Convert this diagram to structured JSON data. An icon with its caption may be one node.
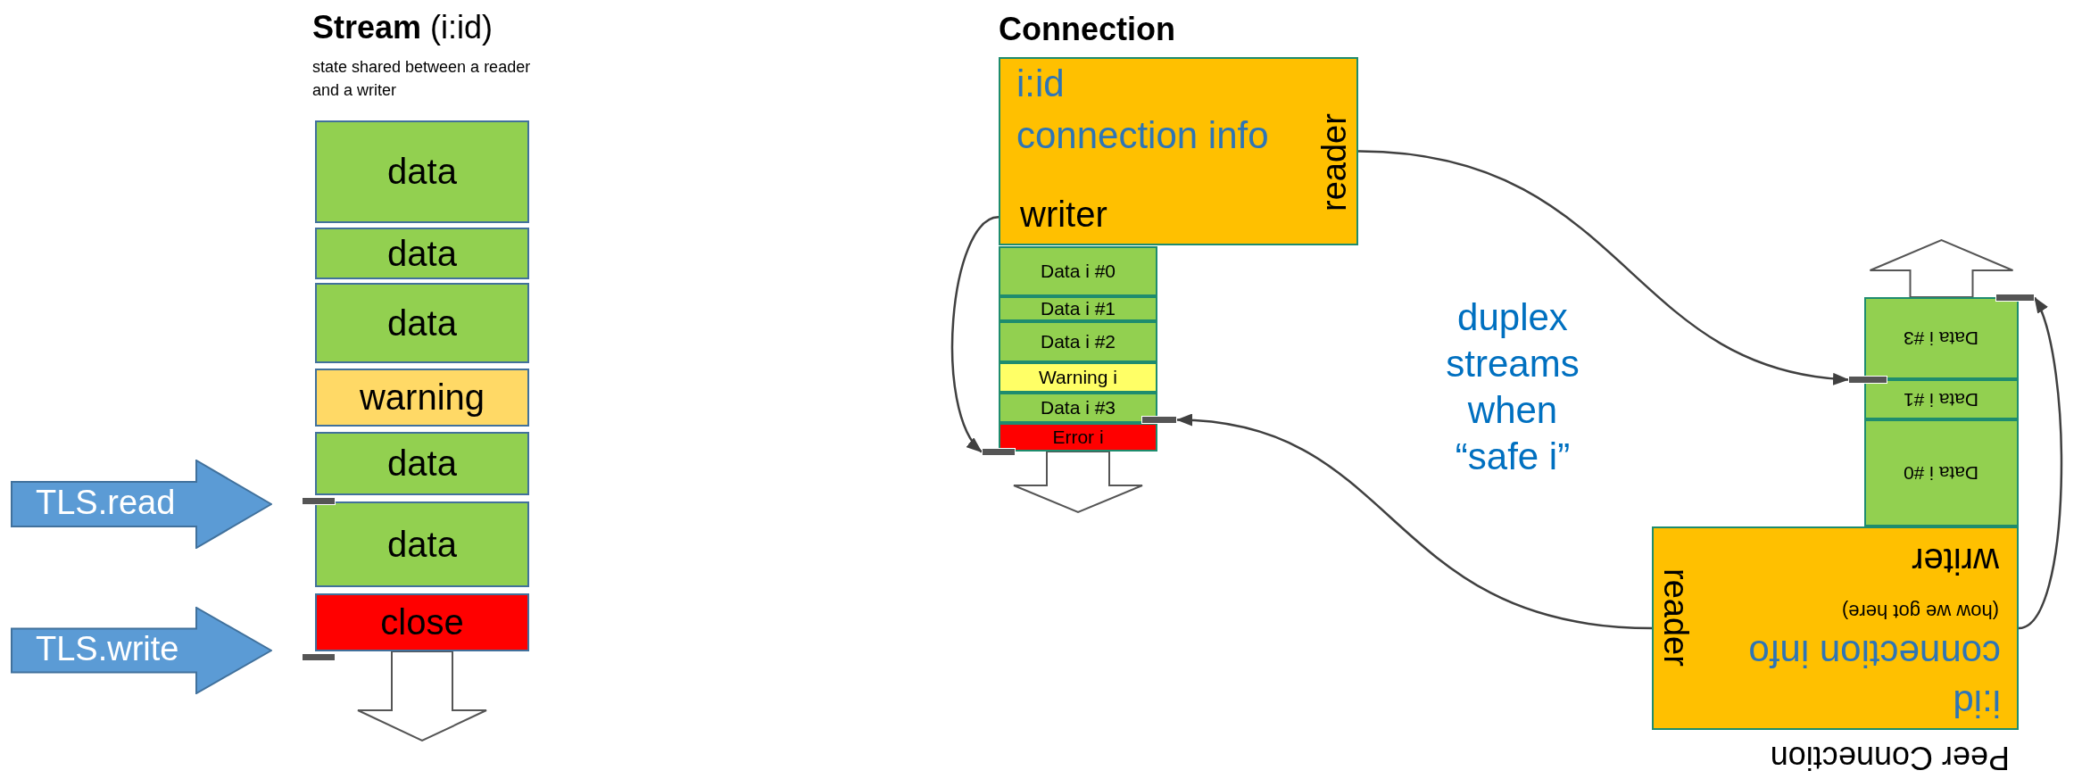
{
  "diagram": {
    "nodes": [
      {
        "text": [
          "**Stream** (i:id)",
          "state shared between a reader and a writer"
        ]
      },
      {
        "text": [
          "data"
        ],
        "in": 0
      },
      {
        "text": [
          "data"
        ],
        "in": 0
      },
      {
        "text": [
          "data"
        ],
        "in": 0
      },
      {
        "text": [
          "warning"
        ],
        "in": 0
      },
      {
        "text": [
          "data"
        ],
        "in": 0
      },
      {
        "text": [
          "data"
        ],
        "in": 0
      },
      {
        "text": [
          "close"
        ],
        "in": 0
      },
      {
        "text": [
          "TLS.read"
        ]
      },
      {
        "text": [
          "TLS.write"
        ]
      },
      {
        "text": [],
        "shape": "bar"
      },
      {
        "text": [],
        "shape": "bar"
      },
      {
        "text": [
          "Connection",
          "i:id",
          "connection info",
          "writer",
          "reader"
        ]
      },
      {
        "text": [
          "Data i #0"
        ]
      },
      {
        "text": [
          "Data i #1"
        ]
      },
      {
        "text": [
          "Data i #2"
        ]
      },
      {
        "text": [
          "Warning i"
        ]
      },
      {
        "text": [
          "Data i #3"
        ]
      },
      {
        "text": [
          "Error i"
        ]
      },
      {
        "text": [],
        "shape": "bar"
      },
      {
        "text": [],
        "shape": "bar"
      },
      {
        "text": [
          "Peer Connection",
          "i:id",
          "connection info",
          "(how we got here)",
          "writer",
          "reader"
        ]
      },
      {
        "text": [
          "Data i #3"
        ]
      },
      {
        "text": [
          "Data i #1"
        ]
      },
      {
        "text": [
          "Data i #0"
        ]
      },
      {
        "text": [],
        "shape": "bar"
      },
      {
        "text": [],
        "shape": "bar"
      }
    ],
    "edges": [
      {
        "from": 12,
        "to": 19,
        "arrow": "to"
      },
      {
        "from": 12,
        "to": 25,
        "arrow": "to"
      },
      {
        "from": 21,
        "to": 20,
        "arrow": "to"
      },
      {
        "from": 21,
        "to": 26,
        "arrow": "to"
      },
      {
        "from": 7,
        "to": null,
        "arrow": "to",
        "style": "thick"
      },
      {
        "from": 18,
        "to": null,
        "arrow": "to",
        "style": "thick"
      },
      {
        "from": 22,
        "to": null,
        "arrow": "to",
        "style": "thick"
      }
    ],
    "labels": [
      "duplex streams when “safe i”"
    ]
  }
}
